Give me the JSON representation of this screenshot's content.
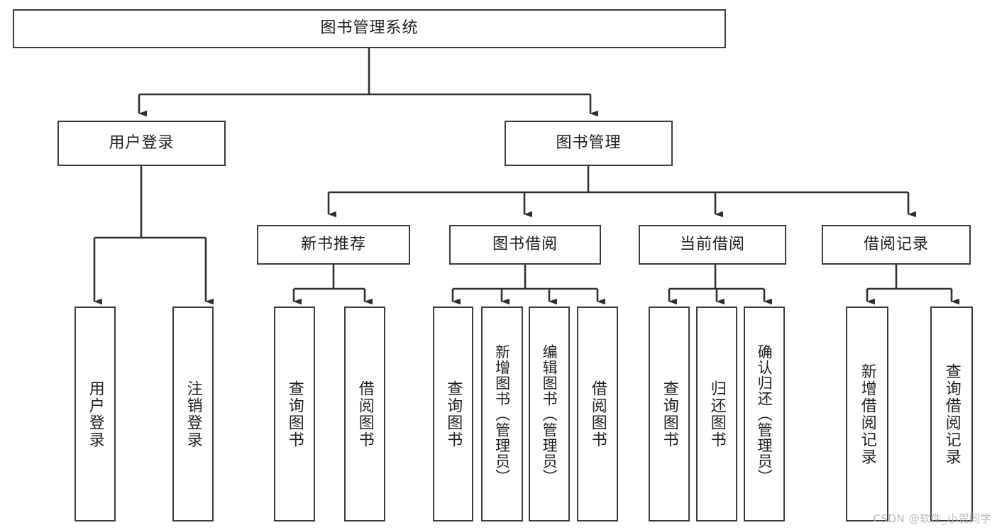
{
  "diagram": {
    "type": "tree",
    "title": "图书管理系统",
    "orientation": "top-down",
    "colors": {
      "box_border": "#3b3b3b",
      "box_fill": "#ffffff",
      "edge": "#2f2f2f",
      "text": "#1f1f1f",
      "watermark": "#b9b9b9"
    },
    "nodes": {
      "root": {
        "label": "图书管理系统",
        "level": 1
      },
      "l2": [
        {
          "id": "user-login",
          "label": "用户登录",
          "level": 2
        },
        {
          "id": "book-manage",
          "label": "图书管理",
          "level": 2
        }
      ],
      "l3": [
        {
          "id": "new-book-rec",
          "label": "新书推荐",
          "level": 3
        },
        {
          "id": "book-borrow",
          "label": "图书借阅",
          "level": 3
        },
        {
          "id": "current-borrow",
          "label": "当前借阅",
          "level": 3
        },
        {
          "id": "borrow-record",
          "label": "借阅记录",
          "level": 3
        }
      ],
      "leaves": [
        {
          "id": "leaf-user-login",
          "label": "用户登录",
          "parent": "user-login"
        },
        {
          "id": "leaf-logout",
          "label": "注销登录",
          "parent": "user-login"
        },
        {
          "id": "leaf-query-book-1",
          "label": "查询图书",
          "parent": "new-book-rec"
        },
        {
          "id": "leaf-borrow-book-1",
          "label": "借阅图书",
          "parent": "new-book-rec"
        },
        {
          "id": "leaf-query-book-2",
          "label": "查询图书",
          "parent": "book-borrow"
        },
        {
          "id": "leaf-add-book",
          "label": "新增图书（管理员）",
          "parent": "book-borrow"
        },
        {
          "id": "leaf-edit-book",
          "label": "编辑图书（管理员）",
          "parent": "book-borrow"
        },
        {
          "id": "leaf-borrow-book-2",
          "label": "借阅图书",
          "parent": "book-borrow"
        },
        {
          "id": "leaf-query-book-3",
          "label": "查询图书",
          "parent": "current-borrow"
        },
        {
          "id": "leaf-return-book",
          "label": "归还图书",
          "parent": "current-borrow"
        },
        {
          "id": "leaf-confirm-return",
          "label": "确认归还（管理员）",
          "parent": "current-borrow"
        },
        {
          "id": "leaf-add-record",
          "label": "新增借阅记录",
          "parent": "borrow-record"
        },
        {
          "id": "leaf-query-record",
          "label": "查询借阅记录",
          "parent": "borrow-record"
        }
      ]
    }
  },
  "watermark": {
    "text": "CSDN @软件_小贺同学"
  }
}
